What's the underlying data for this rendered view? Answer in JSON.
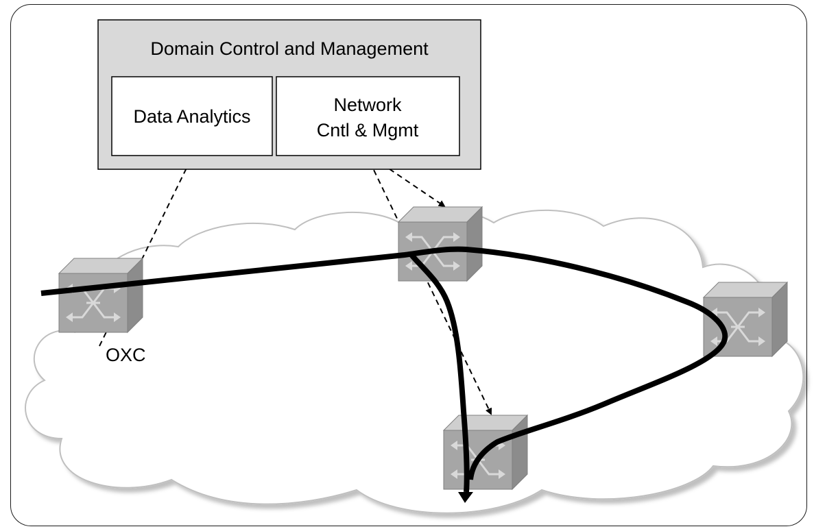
{
  "domain_box": {
    "title": "Domain Control and Management"
  },
  "data_analytics": {
    "label": "Data Analytics"
  },
  "network_cm": {
    "line1": "Network",
    "line2": "Cntl & Mgmt"
  },
  "oxc_label": "OXC",
  "colors": {
    "domain_fill": "#d9d9d9",
    "cloud_fill": "#ffffff",
    "cloud_stroke": "#bfbfbf",
    "switch_front": "#a6a6a6",
    "switch_top": "#cfcfcf",
    "switch_side": "#8c8c8c",
    "path": "#000000"
  }
}
